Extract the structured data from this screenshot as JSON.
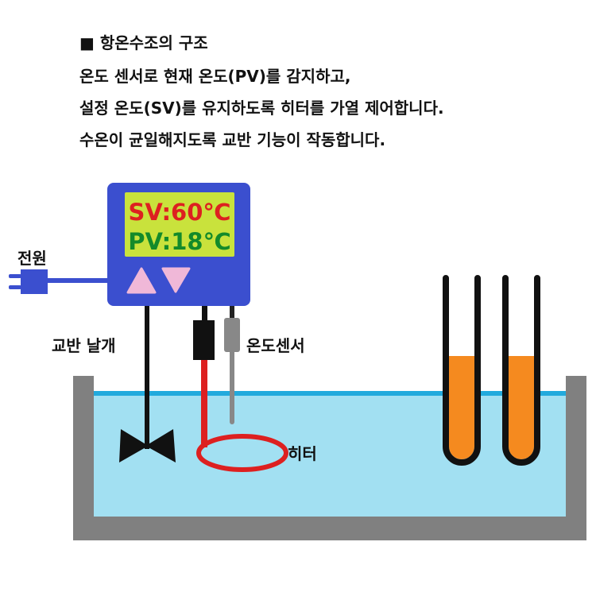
{
  "header": {
    "title": "■ 항온수조의 구조",
    "lines": [
      "온도 센서로 현재 온도(PV)를 감지하고,",
      "설정 온도(SV)를 유지하도록 히터를 가열 제어합니다.",
      "수온이 균일해지도록 교반 기능이 작동합니다."
    ]
  },
  "controller": {
    "sv": "SV:60℃",
    "pv": "PV:18℃"
  },
  "labels": {
    "power": "전원",
    "stirrer": "교반 날개",
    "sensor": "온도센서",
    "heater": "히터"
  },
  "colors": {
    "controller": "#3b4fcf",
    "screen": "#c9e23c",
    "sv": "#dd2020",
    "pv": "#138a2a",
    "water": "#a2e0f2",
    "tank": "#808080",
    "heater": "#dd2020",
    "liquid": "#f58a1f"
  }
}
